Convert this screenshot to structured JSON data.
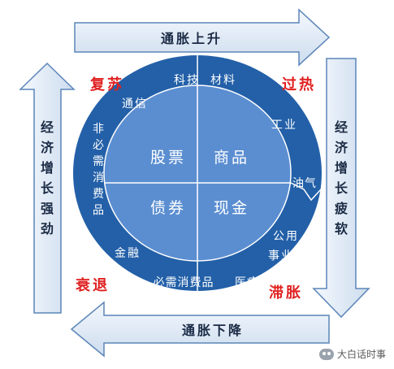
{
  "arrows": {
    "top": "通胀上升",
    "bottom": "通胀下降",
    "left": "经济增长强劲",
    "right": "经济增长疲软"
  },
  "phases": {
    "top_left": "复苏",
    "top_right": "过热",
    "bottom_left": "衰退",
    "bottom_right": "滞胀"
  },
  "quadrants": {
    "top_left": "股票",
    "top_right": "商品",
    "bottom_left": "债券",
    "bottom_right": "现金"
  },
  "sectors": {
    "tech": "科技",
    "materials": "材料",
    "telecom": "通信",
    "industry": "工业",
    "non_essential": "非必需消费品",
    "oil_gas": "油气",
    "utilities": "公用事业",
    "finance": "金融",
    "essentials": "必需消费品",
    "healthcare": "医疗"
  },
  "watermark": "大白话时事",
  "colors": {
    "ring": "#2360a8",
    "inner": "#5b8ed1",
    "arrow_fill": "#e4edf7",
    "arrow_stroke": "#5b85b8",
    "phase_text": "#e02020"
  }
}
